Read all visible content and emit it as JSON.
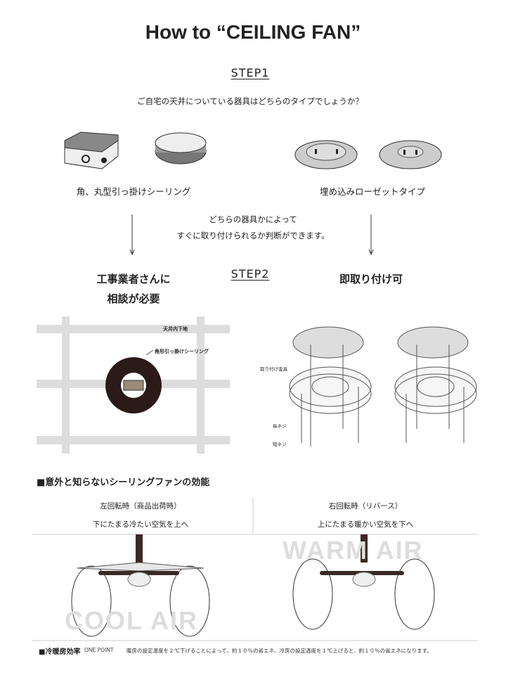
{
  "title": "How  to  “CEILING FAN”",
  "step1": {
    "label": "STEP1",
    "question": "ご自宅の天井についている器具はどちらのタイプでしょうか？",
    "left_label": "角、丸型引っ掛けシーリング",
    "right_label": "埋め込みローゼットタイプ",
    "middle_text": [
      "どちらの器具かによって",
      "すぐに取り付けられるか判断ができます。"
    ]
  },
  "step2": {
    "label": "STEP2",
    "left_text": [
      "工事業者さんに",
      "相談が必要"
    ],
    "right_text": "即取り付け可",
    "left_diagram": {
      "ceiling_label": "天井内下地",
      "fixture_label": "角形引っ掛けシーリング"
    },
    "right_diagram": {
      "bracket_label": "取り付け金具",
      "long_screw": "長ネジ",
      "short_screw": "短ネジ"
    }
  },
  "benefits": {
    "heading": "■意外と知らないシーリングファンの効能",
    "left": {
      "mode": "左回転時（商品出荷時）",
      "desc": "下にたまる冷たい空気を上へ",
      "watermark": "COOL AIR"
    },
    "right": {
      "mode": "右回転時（リバース）",
      "desc": "上にたまる暖かい空気を下へ",
      "watermark": "WARM AIR"
    }
  },
  "footer": {
    "heading": "■冷暖房効率",
    "sub": "ONE POINT",
    "text": "暖房の設定温度を２℃下げることによって、約１０％の省エネ、冷房の設定温度を１℃上げると、約１０％の省エネになります。"
  }
}
